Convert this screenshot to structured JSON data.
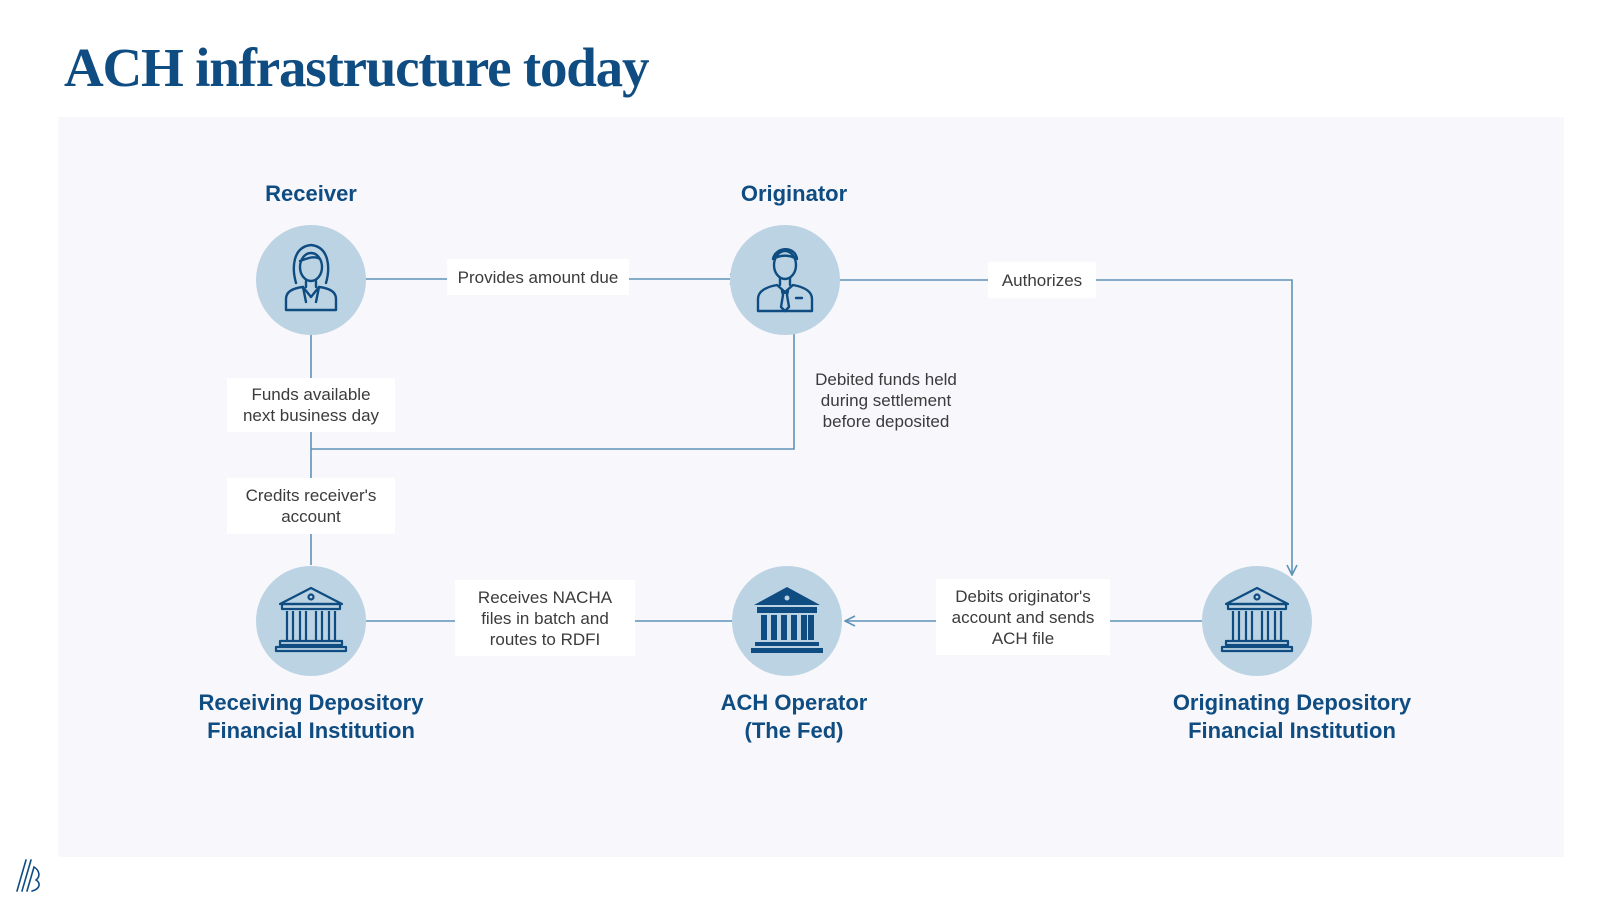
{
  "title": "ACH infrastructure today",
  "colors": {
    "accent": "#0f4c81",
    "node_fill": "#bcd3e3",
    "line": "#5d93b8",
    "panel_bg": "#f8f7fb"
  },
  "nodes": {
    "receiver": {
      "label": "Receiver",
      "icon": "woman-person-icon"
    },
    "originator": {
      "label": "Originator",
      "icon": "man-person-icon"
    },
    "rdfi": {
      "label": "Receiving Depository\nFinancial Institution",
      "icon": "bank-icon"
    },
    "ach_operator": {
      "label": "ACH Operator\n(The Fed)",
      "icon": "bank-icon"
    },
    "odfi": {
      "label": "Originating Depository\nFinancial Institution",
      "icon": "bank-icon"
    }
  },
  "edges": {
    "provides_amount_due": "Provides amount due",
    "authorizes": "Authorizes",
    "funds_available": "Funds available\nnext business day",
    "debited_funds_held": "Debited funds held\nduring settlement\nbefore deposited",
    "credits_receiver": "Credits receiver's\naccount",
    "receives_nacha": "Receives NACHA\nfiles in batch and\nroutes to RDFI",
    "debits_originator": "Debits originator's\naccount and sends\nACH file"
  }
}
